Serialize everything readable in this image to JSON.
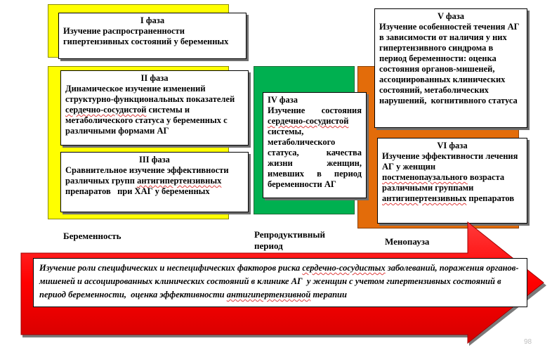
{
  "colors": {
    "yellow": "#ffff00",
    "green": "#00b050",
    "orange": "#e36c0a",
    "red": "#ff0000",
    "page_number": "#bfbfbf"
  },
  "phases": [
    {
      "title": "I фаза",
      "text": "Изучение распространенности гипертензивных состояний у беременных"
    },
    {
      "title": "II фаза",
      "text": "Динамическое изучение изменений структурно-функциональных показателей сердечно-сосудистой системы и метаболического статуса у беременных с различными формами АГ"
    },
    {
      "title": "III фаза",
      "text": "Сравнительное изучение эффективности различных групп антигипертензивных препаратов при ХАГ у беременных"
    },
    {
      "title": "IV фаза",
      "text": "Изучение состояния сердечно-сосудистой системы, метаболического статуса, качества жизни женщин, имевших в период беременности АГ"
    },
    {
      "title": "V фаза",
      "text": "Изучение особенностей течения АГ в зависимости от наличия у них гипертензивного синдрома в период беременности: оценка состояния органов-мишеней, ассоциированных клинических состояний, метаболических нарушений, когнитивного статуса"
    },
    {
      "title": "VI фаза",
      "text": "Изучение эффективности лечения АГ у женщин постменопаузального возраста различными группами антигипертензивных препаратов"
    }
  ],
  "period_labels": {
    "pregnancy": "Беременность",
    "reproductive": "Репродуктивный период",
    "menopause": "Менопауза"
  },
  "arrow_text": "Изучение роли специфических и неспецифических факторов риска сердечно-сосудистых заболеваний, поражения органов-мишеней и ассоциированных клинических состояний в клинике АГ у женщин с учетом гипертензивных состояний в период беременности, оценка эффективности антигипертензивной терапии",
  "page_number": "98"
}
